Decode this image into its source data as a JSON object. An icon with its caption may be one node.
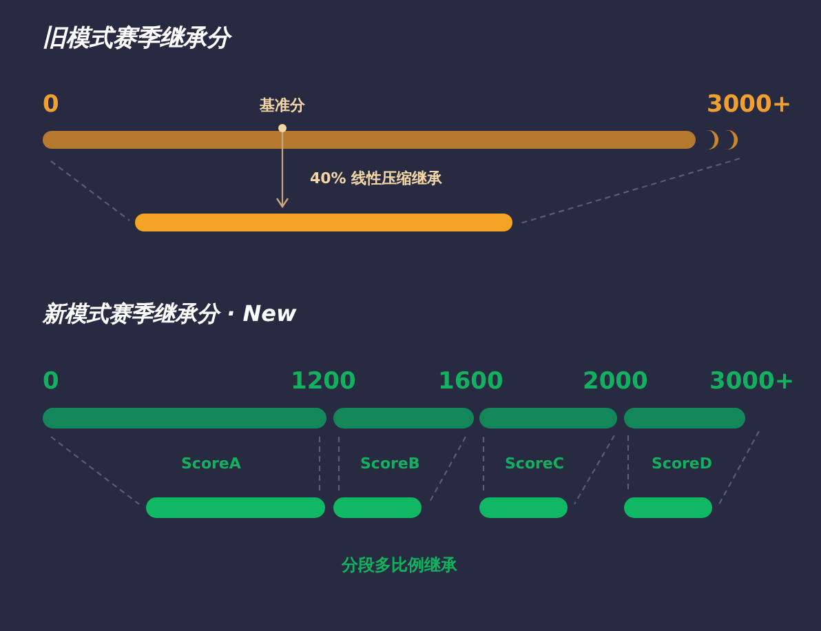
{
  "diagram": {
    "nodes": [
      {
        "text": [],
        "shape": "bar"
      },
      {
        "text": [],
        "shape": "bar"
      },
      {
        "text": [],
        "shape": "bar"
      },
      {
        "text": [],
        "shape": "bar"
      },
      {
        "text": [],
        "shape": "bar"
      },
      {
        "text": [],
        "shape": "bar"
      },
      {
        "text": [],
        "shape": "bar"
      },
      {
        "text": [],
        "shape": "bar"
      },
      {
        "text": [],
        "shape": "bar"
      },
      {
        "text": [],
        "shape": "bar"
      }
    ],
    "edges": [
      {
        "from": 0,
        "to": 1,
        "arrow": "to",
        "label": "40% 线性压缩继承",
        "color": "#c9a77a"
      },
      {
        "from": 0,
        "to": 1,
        "arrow": "none",
        "style": "dashed"
      },
      {
        "from": 0,
        "to": 1,
        "arrow": "none",
        "style": "dashed"
      },
      {
        "from": 2,
        "to": 6,
        "arrow": "none",
        "style": "dashed"
      },
      {
        "from": 2,
        "to": 6,
        "arrow": "none",
        "style": "dashed"
      },
      {
        "from": 3,
        "to": 7,
        "arrow": "none",
        "style": "dashed"
      },
      {
        "from": 3,
        "to": 7,
        "arrow": "none",
        "style": "dashed"
      },
      {
        "from": 4,
        "to": 8,
        "arrow": "none",
        "style": "dashed"
      },
      {
        "from": 4,
        "to": 8,
        "arrow": "none",
        "style": "dashed"
      },
      {
        "from": 5,
        "to": 9,
        "arrow": "none",
        "style": "dashed"
      },
      {
        "from": 5,
        "to": 9,
        "arrow": "none",
        "style": "dashed"
      }
    ],
    "labels": [
      "旧模式赛季继承分",
      "0",
      "基准分",
      "3000+",
      "新模式赛季继承分 · New",
      "0",
      "1200",
      "1600",
      "2000",
      "3000+",
      "ScoreA",
      "ScoreB",
      "ScoreC",
      "ScoreD",
      "分段多比例继承"
    ]
  }
}
